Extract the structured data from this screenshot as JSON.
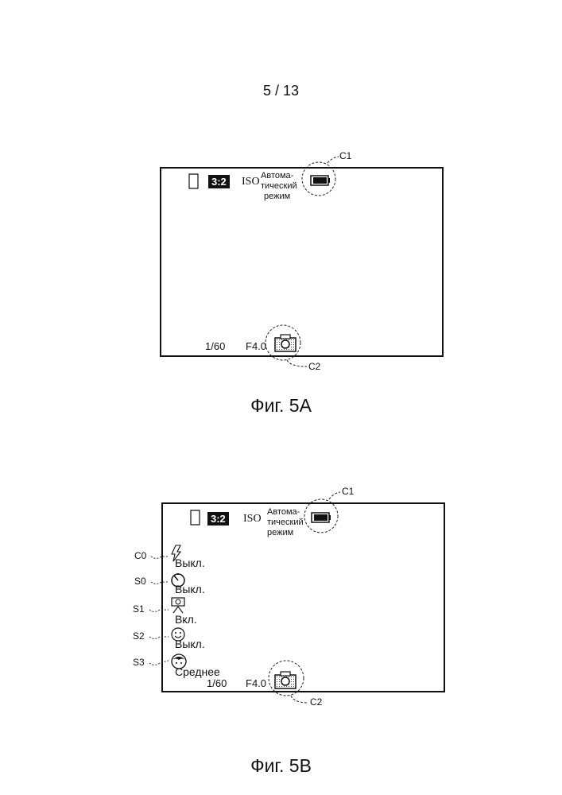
{
  "page_number": "5 / 13",
  "figures": [
    {
      "caption": "Фиг. 5A",
      "aspect_ratio": "3:2",
      "iso_label": "ISO",
      "mode_lines": [
        "Автома-",
        "тический",
        "режим"
      ],
      "shutter": "1/60",
      "aperture": "F4.0",
      "callouts": [
        "C1",
        "C2"
      ]
    },
    {
      "caption": "Фиг. 5B",
      "aspect_ratio": "3:2",
      "iso_label": "ISO",
      "mode_lines": [
        "Автома-",
        "тический",
        "режим"
      ],
      "shutter": "1/60",
      "aperture": "F4.0",
      "callouts": [
        "C1",
        "C2"
      ],
      "settings": [
        {
          "ref": "C0",
          "value": "Выкл.",
          "icon": "flash-icon"
        },
        {
          "ref": "S0",
          "value": "Выкл.",
          "icon": "timer-icon"
        },
        {
          "ref": "S1",
          "value": "Вкл.",
          "icon": "portrait-icon"
        },
        {
          "ref": "S2",
          "value": "Выкл.",
          "icon": "smile-icon"
        },
        {
          "ref": "S3",
          "value": "Среднее",
          "icon": "skin-icon"
        }
      ]
    }
  ]
}
